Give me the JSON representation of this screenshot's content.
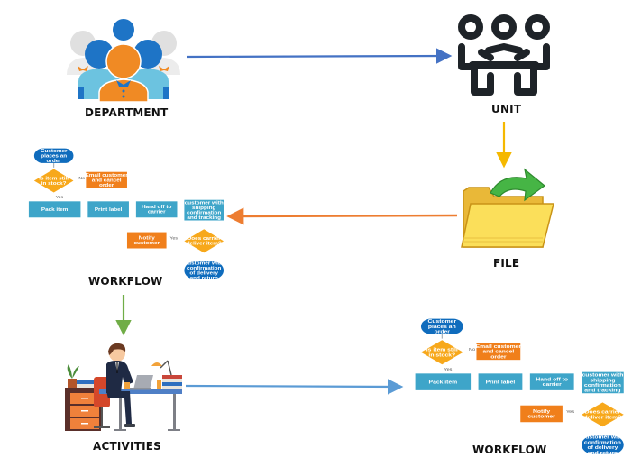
{
  "nodes": {
    "department": {
      "label": "DEPARTMENT",
      "icon": "people-group-icon"
    },
    "unit": {
      "label": "UNIT",
      "icon": "team-meeting-icon"
    },
    "file": {
      "label": "FILE",
      "icon": "open-folder-icon"
    },
    "workflow_top": {
      "label": "WORKFLOW",
      "icon": "flowchart-icon"
    },
    "activities": {
      "label": "ACTIVITIES",
      "icon": "person-at-desk-icon"
    },
    "workflow_bottom": {
      "label": "WORKFLOW",
      "icon": "flowchart-icon"
    }
  },
  "flowchart": {
    "start": "Customer places an order",
    "decision_stock": "Is item still in stock?",
    "no_label": "No",
    "yes_label": "Yes",
    "cancel": "Email customer and cancel order",
    "pack": "Pack item",
    "print": "Print label",
    "handoff": "Hand off to carrier",
    "email_ship": "Email customer with shipping confirmation and tracking info",
    "decision_delivery": "Does carrier deliver item?",
    "notify": "Notify customer",
    "end": "Email customer with confirmation of delivery and return instructions"
  },
  "colors": {
    "arrow_department_unit": "#4472c4",
    "arrow_unit_file": "#f5b800",
    "arrow_file_workflow": "#ed7d31",
    "arrow_workflow_activities": "#70ad47",
    "arrow_activities_workflow": "#5b9bd5",
    "fc_blue_dark": "#0f6cbd",
    "fc_teal": "#3ea5c9",
    "fc_orange": "#f07f1b",
    "fc_yellow": "#f7a81b"
  }
}
